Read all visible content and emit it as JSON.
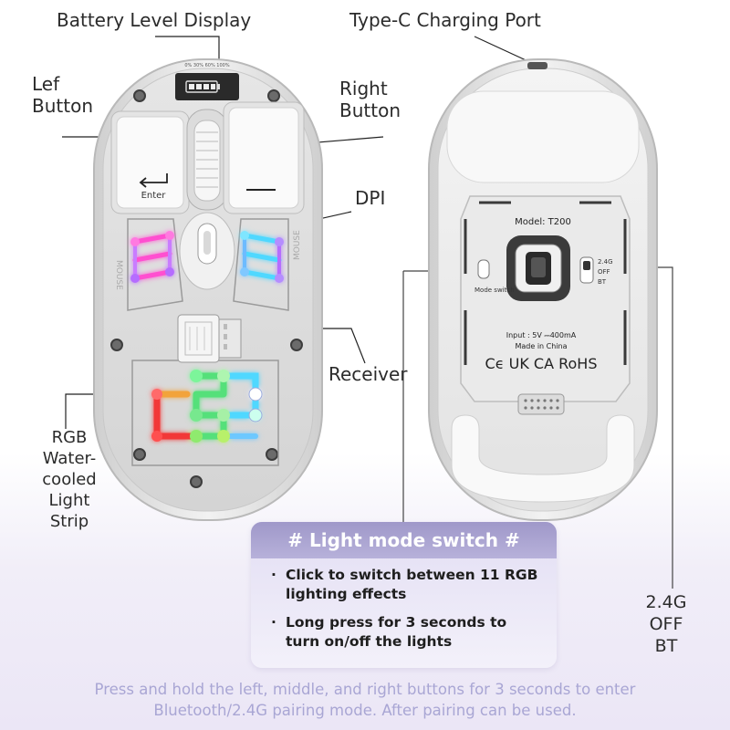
{
  "labels": {
    "battery_level_display": "Battery Level Display",
    "type_c_port": "Type-C Charging Port",
    "left_button": "Lef\nButton",
    "right_button": "Right\nButton",
    "dpi": "DPI",
    "receiver": "Receiver",
    "rgb_strip": "RGB\nWater-\ncooled\nLight\nStrip",
    "mode_select": "2.4G\nOFF\nBT"
  },
  "mouse_top": {
    "battery_scale": "0%  30%  60%  100%",
    "enter_key": "Enter",
    "side_text_left": "MOUSE",
    "side_text_right": "MOUSE"
  },
  "mouse_bottom": {
    "model": "Model: T200",
    "mode_switch": "Mode switch",
    "switch_positions": [
      "2.4G",
      "OFF",
      "BT"
    ],
    "input": "Input : 5V ⎓400mA",
    "made_in": "Made in China",
    "certs": "Ϲϵ UK CA RoHS"
  },
  "panel": {
    "title": "# Light mode switch #",
    "items": [
      "Click to switch between 11 RGB lighting effects",
      "Long press for 3 seconds to turn on/off the lights"
    ]
  },
  "footer": "Press and hold the left, middle, and right buttons for 3 seconds to enter Bluetooth/2.4G pairing mode. After pairing can be used.",
  "colors": {
    "panel_header": "#9f98c9",
    "footer_text": "#a9a6d4",
    "rgb_pink": "#ff4fd0",
    "rgb_blue": "#4fd8ff",
    "rgb_green": "#55e07a",
    "rgb_red": "#f23838"
  }
}
